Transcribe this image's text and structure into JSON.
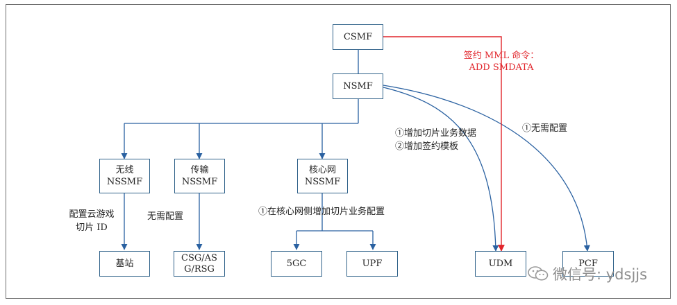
{
  "nodes": {
    "csmf": {
      "lines": [
        "CSMF"
      ]
    },
    "nsmf": {
      "lines": [
        "NSMF"
      ]
    },
    "ran": {
      "lines": [
        "无线",
        "NSSMF"
      ]
    },
    "tn": {
      "lines": [
        "传输",
        "NSSMF"
      ]
    },
    "cn": {
      "lines": [
        "核心网",
        "NSSMF"
      ]
    },
    "bs": {
      "lines": [
        "基站"
      ]
    },
    "csg": {
      "lines": [
        "CSG/AS",
        "G/RSG"
      ]
    },
    "g5c": {
      "lines": [
        "5GC"
      ]
    },
    "upf": {
      "lines": [
        "UPF"
      ]
    },
    "udm": {
      "lines": [
        "UDM"
      ]
    },
    "pcf": {
      "lines": [
        "PCF"
      ]
    }
  },
  "labels": {
    "ran_config": [
      "配置云游戏",
      "切片 ID"
    ],
    "tn_config": "无需配置",
    "cn_config": "①在核心网侧增加切片业务配置",
    "udm_steps": [
      "①增加切片业务数据",
      "②增加签约模板"
    ],
    "pcf_config": "①无需配置",
    "mml": [
      "签约 MML 命令：",
      "ADD SMDATA"
    ]
  },
  "watermark": "微信号: ydsjjs",
  "colors": {
    "line": "#2a61a1",
    "box_border": "#2f6189",
    "red": "#e1252b",
    "frame": "#6f6f6f"
  }
}
